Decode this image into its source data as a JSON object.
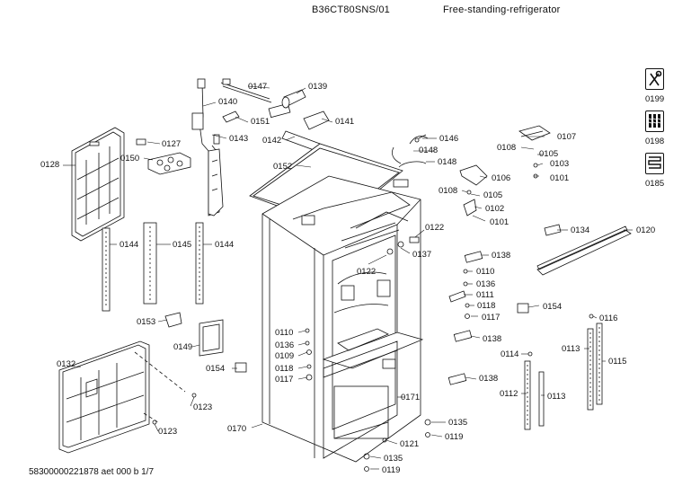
{
  "header": {
    "model": "B36CT80SNS/01",
    "type": "Free-standing-refrigerator"
  },
  "footer": {
    "code": "58300000221878 aet 000 b 1/7"
  },
  "side_icons": [
    {
      "label": "0199",
      "icon": "wrench-screwdriver-icon"
    },
    {
      "label": "0198",
      "icon": "screws-icon"
    },
    {
      "label": "0185",
      "icon": "coil-icon"
    }
  ],
  "labels": {
    "l0147": "0147",
    "l0139": "0139",
    "l0140": "0140",
    "l0151": "0151",
    "l0141": "0141",
    "l0143": "0143",
    "l0142": "0142",
    "l0127": "0127",
    "l0128": "0128",
    "l0150": "0150",
    "l0152": "0152",
    "l0146": "0146",
    "l0148a": "0148",
    "l0148b": "0148",
    "l0107": "0107",
    "l0108a": "0108",
    "l0105a": "0105",
    "l0103": "0103",
    "l0101a": "0101",
    "l0106": "0106",
    "l0108b": "0108",
    "l0105b": "0105",
    "l0102": "0102",
    "l0101b": "0101",
    "l0122a": "0122",
    "l0134": "0134",
    "l0120": "0120",
    "l0144a": "0144",
    "l0145": "0145",
    "l0144b": "0144",
    "l0137": "0137",
    "l0138a": "0138",
    "l0122b": "0122",
    "l0110a": "0110",
    "l0136a": "0136",
    "l0111": "0111",
    "l0118a": "0118",
    "l0117a": "0117",
    "l0154a": "0154",
    "l0153": "0153",
    "l0116": "0116",
    "l0149": "0149",
    "l0110b": "0110",
    "l0136b": "0136",
    "l0109": "0109",
    "l0138b": "0138",
    "l0113a": "0113",
    "l0115": "0115",
    "l0114": "0114",
    "l0154b": "0154",
    "l0118b": "0118",
    "l0117b": "0117",
    "l0138c": "0138",
    "l0132": "0132",
    "l0171": "0171",
    "l0112": "0112",
    "l0113b": "0113",
    "l0123a": "0123",
    "l0135a": "0135",
    "l0119a": "0119",
    "l0170": "0170",
    "l0123b": "0123",
    "l0121": "0121",
    "l0135b": "0135",
    "l0119b": "0119"
  }
}
